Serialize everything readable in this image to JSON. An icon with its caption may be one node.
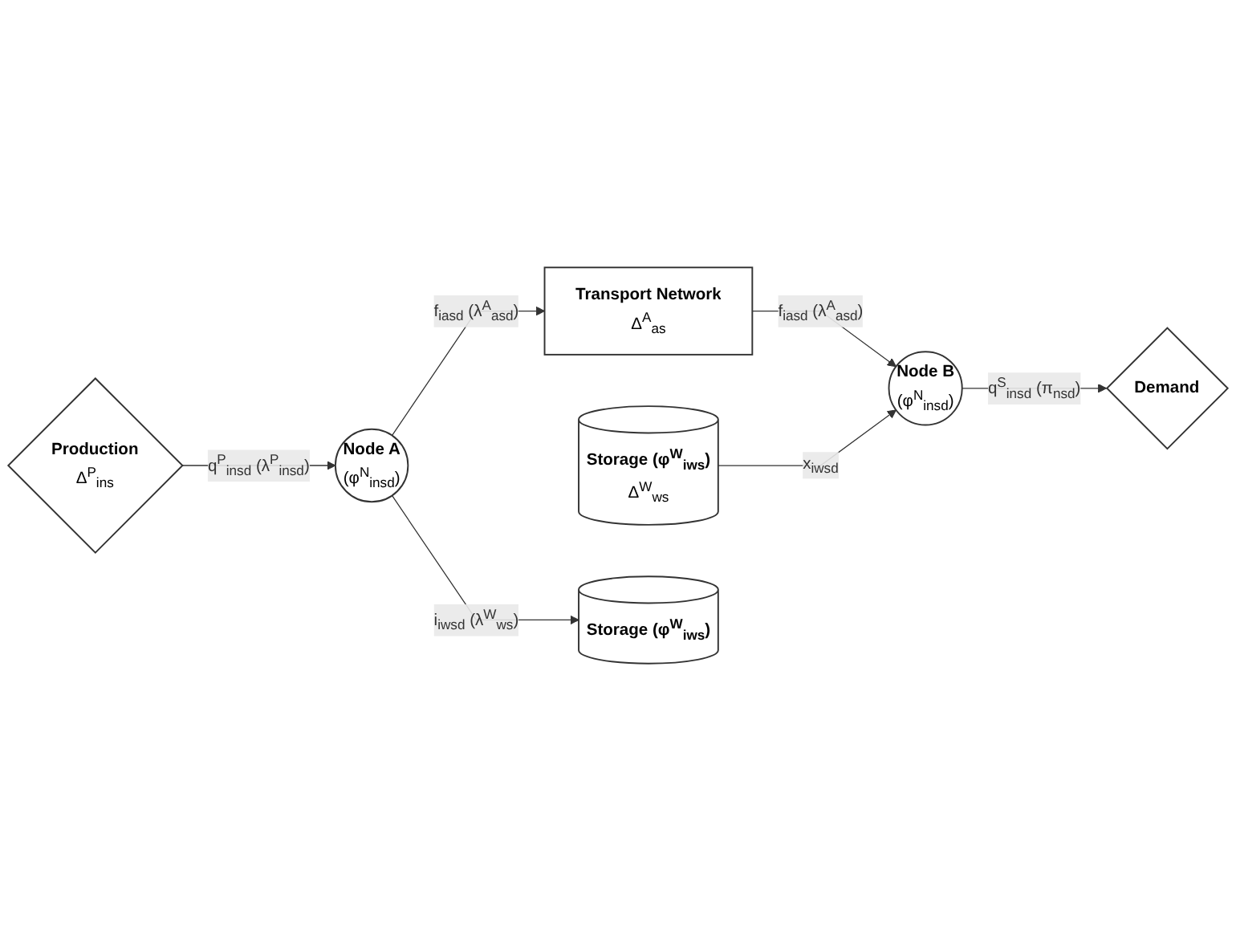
{
  "diagram": {
    "nodes": [
      {
        "text": [
          "Production",
          "Δ$^{P}$$_{ins}$"
        ]
      },
      {
        "text": [
          "Node A",
          "(φ$^{N}$$_{insd}$)"
        ]
      },
      {
        "text": [
          "Transport Network",
          "Δ$^{A}$$_{as}$"
        ]
      },
      {
        "text": [
          "Storage (φ$^{W}$$_{iws}$)",
          "Δ$^{W}$$_{ws}$"
        ]
      },
      {
        "text": [
          "Node B",
          "(φ$^{N}$$_{insd}$)"
        ]
      },
      {
        "text": [
          "Storage (φ$^{W}$$_{iws}$)"
        ]
      },
      {
        "text": [
          "Demand"
        ]
      }
    ],
    "edges": [
      {
        "from": 0,
        "to": 1,
        "arrow": "to",
        "label": "q$^{P}$$_{insd}$ (λ$^{P}$$_{insd}$)"
      },
      {
        "from": 1,
        "to": 2,
        "arrow": "to",
        "label": "f$_{iasd}$ (λ$^{A}$$_{asd}$)"
      },
      {
        "from": 2,
        "to": 4,
        "arrow": "to",
        "label": "f$_{iasd}$ (λ$^{A}$$_{asd}$)"
      },
      {
        "from": 3,
        "to": 4,
        "arrow": "to",
        "label": "x$_{iwsd}$"
      },
      {
        "from": 1,
        "to": 5,
        "arrow": "to",
        "label": "i$_{iwsd}$ (λ$^{W}$$_{ws}$)"
      },
      {
        "from": 4,
        "to": 6,
        "arrow": "to",
        "label": "q$^{S}$$_{insd}$ (π$_{nsd}$)"
      }
    ]
  }
}
